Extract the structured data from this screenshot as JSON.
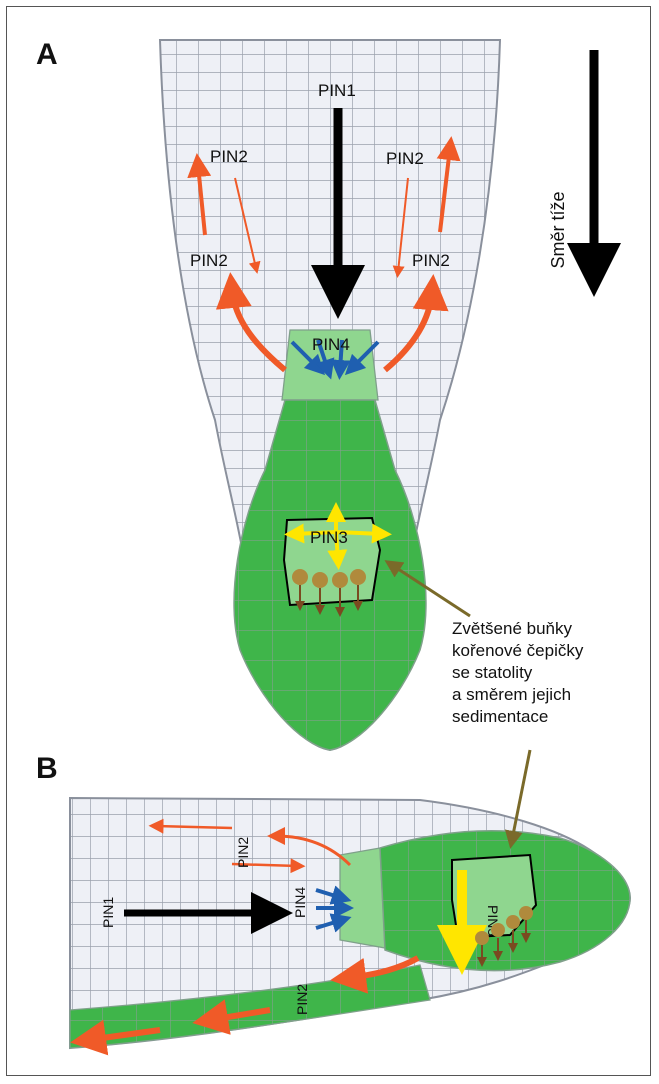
{
  "panels": {
    "a": {
      "letter": "A",
      "labels": {
        "pin1": "PIN1",
        "pin2_upper_left": "PIN2",
        "pin2_lower_left": "PIN2",
        "pin2_upper_right": "PIN2",
        "pin2_lower_right": "PIN2",
        "pin4": "PIN4",
        "pin3": "PIN3"
      }
    },
    "b": {
      "letter": "B",
      "labels": {
        "pin1": "PIN1",
        "pin2_upper": "PIN2",
        "pin4": "PIN4",
        "pin3": "PIN3",
        "pin2_lower": "PIN2"
      }
    }
  },
  "gravity": {
    "label": "Směr tíže"
  },
  "callout": {
    "lines": [
      "Zvětšené buňky",
      "kořenové čepičky",
      "se statolity",
      "a směrem jejich",
      "sedimentace"
    ]
  },
  "colors": {
    "cell_fill": "#eef0f6",
    "cell_stroke": "#9aa0ac",
    "cap_green": "#3fb54a",
    "cap_light": "#8fd68f",
    "pin1_arrow": "#000000",
    "pin2_arrow": "#f05a28",
    "pin4_arrow": "#1f5fb0",
    "pin3_arrow": "#ffe600",
    "statolith": "#b08a3c",
    "callout_arrow": "#7a6a2a"
  }
}
